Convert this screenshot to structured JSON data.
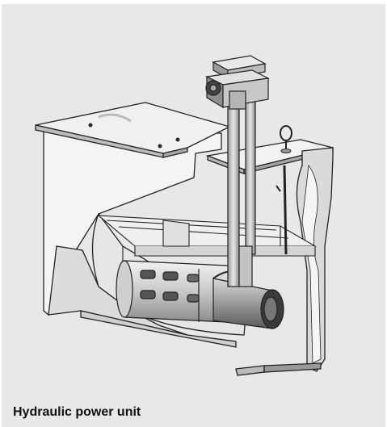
{
  "figure": {
    "caption": "Hydraulic power unit",
    "background": "#e8e8e8",
    "components": [
      {
        "name": "reservoir-tank"
      },
      {
        "name": "tank-lid"
      },
      {
        "name": "mounting-bracket"
      },
      {
        "name": "electric-motor"
      },
      {
        "name": "hydraulic-pump"
      },
      {
        "name": "vertical-column"
      },
      {
        "name": "valve-block"
      },
      {
        "name": "lifting-eye"
      },
      {
        "name": "suction-strainer"
      }
    ]
  }
}
